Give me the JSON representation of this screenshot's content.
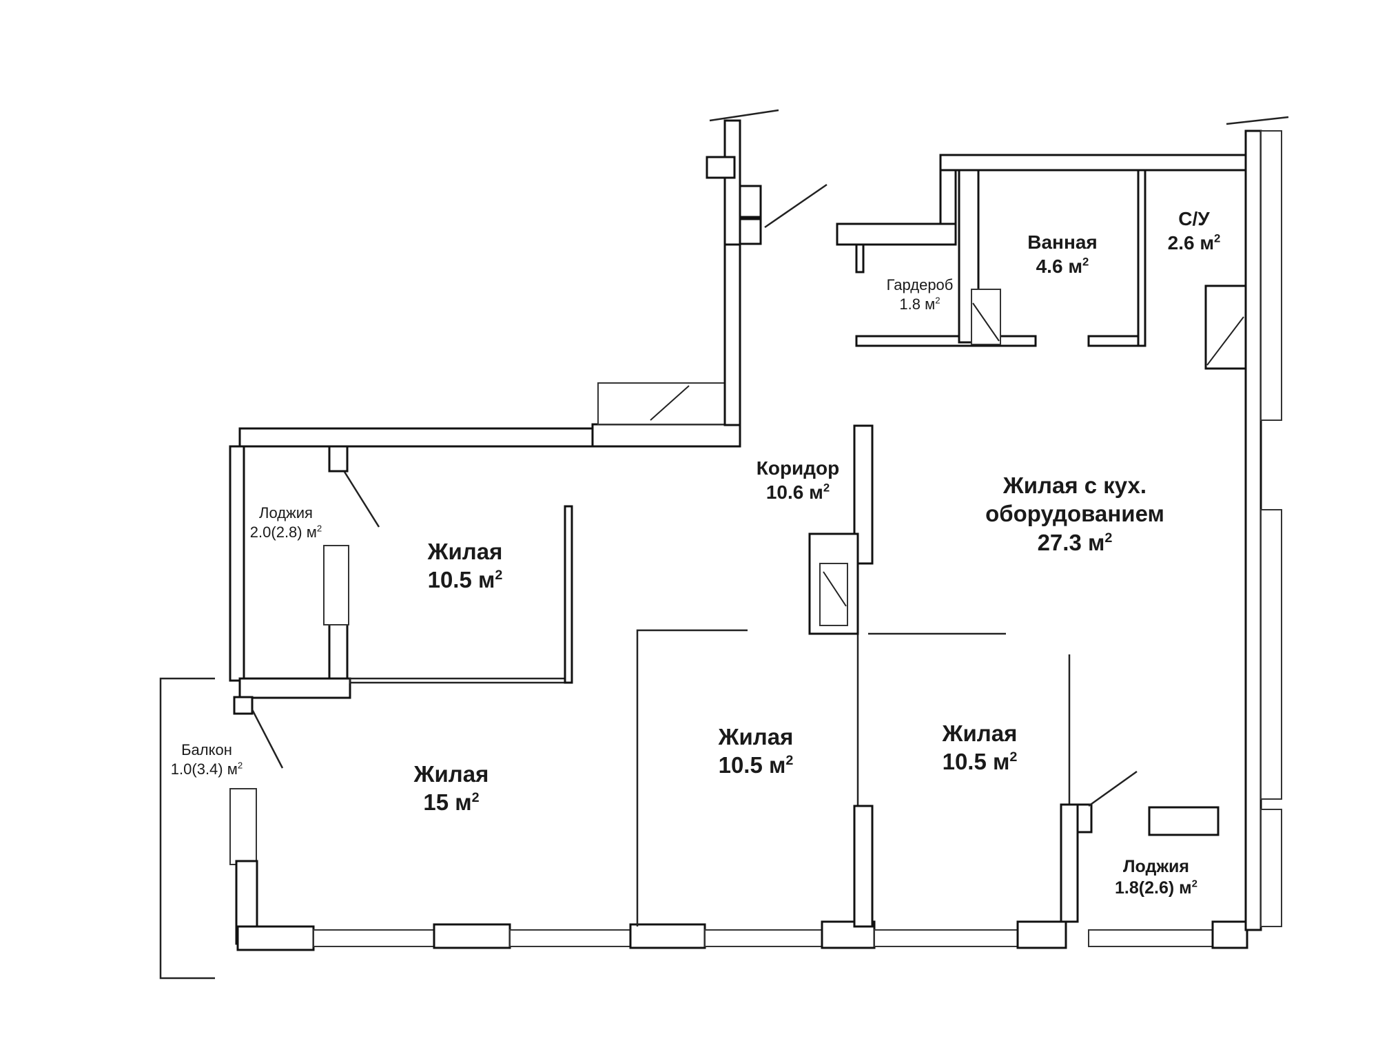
{
  "rooms": [
    {
      "id": "living-15",
      "name": "Жилая",
      "area": "15 м",
      "sup": "2"
    },
    {
      "id": "living-10-5-a",
      "name": "Жилая",
      "area": "10.5 м",
      "sup": "2"
    },
    {
      "id": "living-10-5-b",
      "name": "Жилая",
      "area": "10.5 м",
      "sup": "2"
    },
    {
      "id": "living-10-5-c",
      "name": "Жилая",
      "area": "10.5 м",
      "sup": "2"
    },
    {
      "id": "living-kitchen",
      "name": "Жилая с кух.",
      "name2": "оборудованием",
      "area": "27.3 м",
      "sup": "2"
    },
    {
      "id": "corridor",
      "name": "Коридор",
      "area": "10.6 м",
      "sup": "2"
    },
    {
      "id": "bathroom",
      "name": "Ванная",
      "area": "4.6 м",
      "sup": "2"
    },
    {
      "id": "wc",
      "name": "С/У",
      "area": "2.6 м",
      "sup": "2"
    },
    {
      "id": "wardrobe",
      "name": "Гардероб",
      "area": "1.8 м",
      "sup": "2"
    },
    {
      "id": "loggia-west",
      "name": "Лоджия",
      "area": "2.0(2.8) м",
      "sup": "2"
    },
    {
      "id": "balcony",
      "name": "Балкон",
      "area": "1.0(3.4) м",
      "sup": "2"
    },
    {
      "id": "loggia-east",
      "name": "Лоджия",
      "area": "1.8(2.6) м",
      "sup": "2"
    }
  ]
}
